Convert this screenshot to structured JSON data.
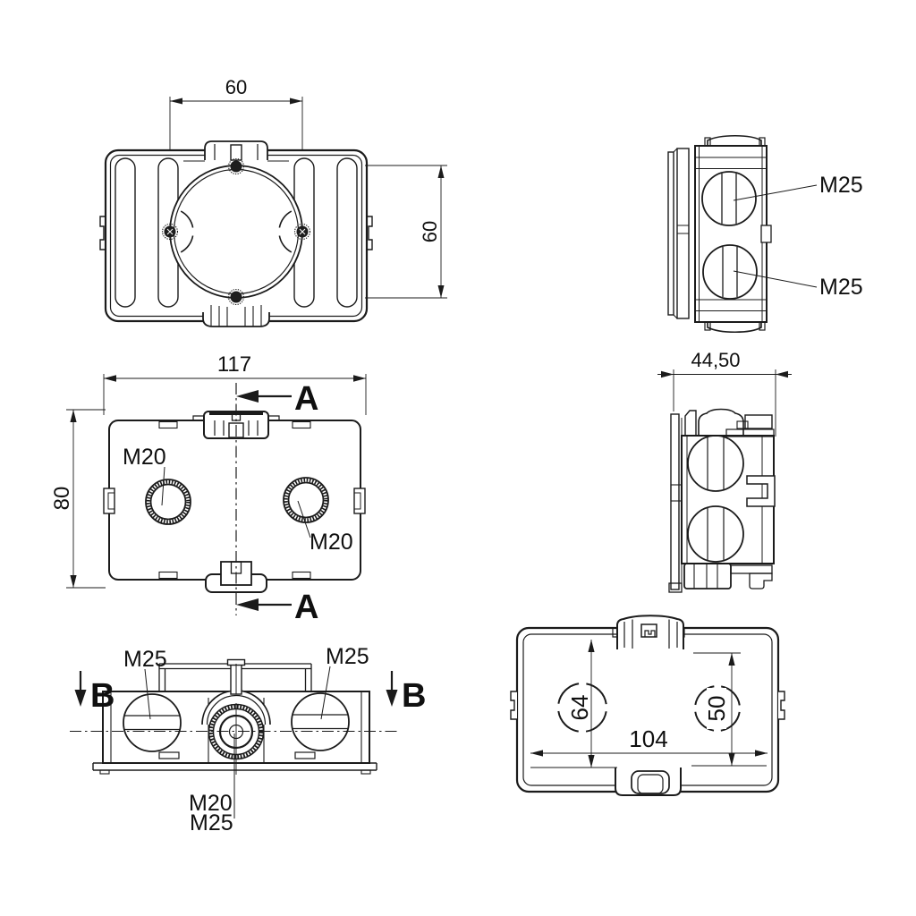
{
  "colors": {
    "background": "#ffffff",
    "lines": "#1b1b1b",
    "text": "#101010"
  },
  "views": {
    "top": {
      "dim_width": "60",
      "dim_circle": "60"
    },
    "side_upper": {
      "knockout_top": "M25",
      "knockout_bottom": "M25"
    },
    "front": {
      "dim_width": "117",
      "dim_height": "80",
      "knockout_left": "M20",
      "knockout_right": "M20",
      "section": "A"
    },
    "side_lower": {
      "dim_depth": "44,50"
    },
    "bottom": {
      "knockout_left": "M25",
      "knockout_right": "M25",
      "section": "B",
      "center_line1": "M20",
      "center_line2": "M25"
    },
    "back": {
      "dim_left": "64",
      "dim_right": "50",
      "dim_width": "104"
    }
  }
}
